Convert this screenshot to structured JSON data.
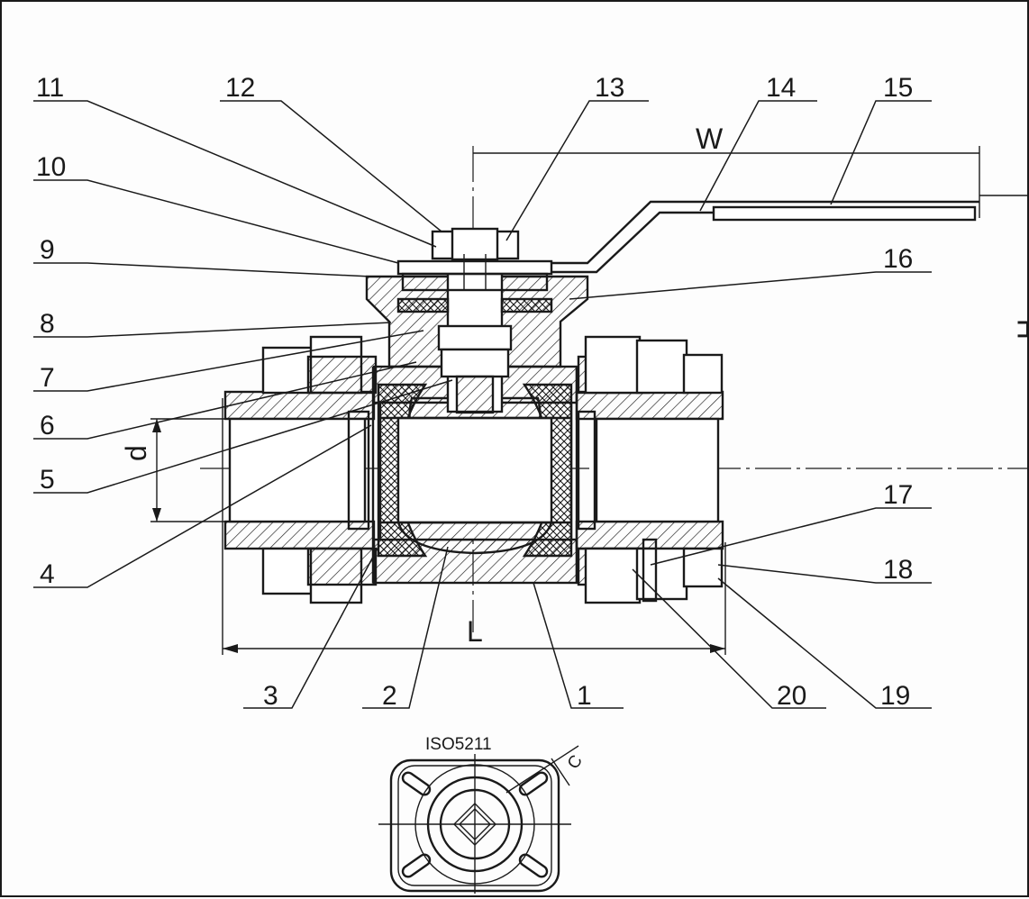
{
  "diagram": {
    "callouts": [
      {
        "id": "1",
        "label": "1"
      },
      {
        "id": "2",
        "label": "2"
      },
      {
        "id": "3",
        "label": "3"
      },
      {
        "id": "4",
        "label": "4"
      },
      {
        "id": "5",
        "label": "5"
      },
      {
        "id": "6",
        "label": "6"
      },
      {
        "id": "7",
        "label": "7"
      },
      {
        "id": "8",
        "label": "8"
      },
      {
        "id": "9",
        "label": "9"
      },
      {
        "id": "10",
        "label": "10"
      },
      {
        "id": "11",
        "label": "11"
      },
      {
        "id": "12",
        "label": "12"
      },
      {
        "id": "13",
        "label": "13"
      },
      {
        "id": "14",
        "label": "14"
      },
      {
        "id": "15",
        "label": "15"
      },
      {
        "id": "16",
        "label": "16"
      },
      {
        "id": "17",
        "label": "17"
      },
      {
        "id": "18",
        "label": "18"
      },
      {
        "id": "19",
        "label": "19"
      },
      {
        "id": "20",
        "label": "20"
      }
    ],
    "dimensions": {
      "width": "W",
      "height": "H",
      "length": "L",
      "bore": "d",
      "flange_pcd": "C"
    },
    "flange_standard": "ISO5211"
  }
}
